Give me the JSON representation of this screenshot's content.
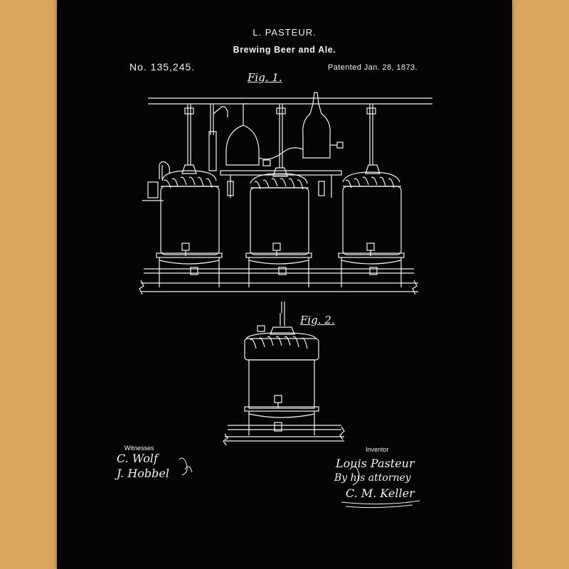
{
  "patent": {
    "inventor_name": "L. PASTEUR.",
    "title": "Brewing Beer and Ale.",
    "number": "No. 135,245.",
    "date": "Patented Jan. 28, 1873."
  },
  "figures": {
    "fig1_label": "Fig. 1.",
    "fig2_label": "Fig. 2."
  },
  "signatures": {
    "witnesses_label": "Witnesses",
    "inventor_label": "Inventor",
    "witness_1": "C. Wolf",
    "witness_2": "J. Hobbel",
    "inventor_signature": "Louis Pasteur",
    "attorney_line": "By his attorney",
    "attorney_signature": "C. M. Keller"
  },
  "colors": {
    "background": "#d9a55c",
    "poster": "#050505",
    "ink": "#f2f2f2"
  }
}
